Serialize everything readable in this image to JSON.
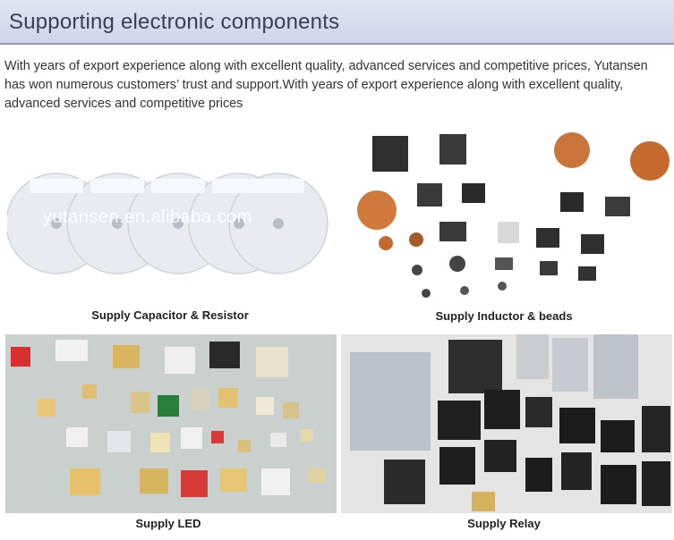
{
  "page": {
    "title": "Supporting electronic components",
    "intro": "With years of export experience along with excellent quality, advanced services and competitive prices, Yutansen has won numerous customers’ trust and support.With years of export experience along with excellent quality, advanced services and competitive prices"
  },
  "products": [
    {
      "caption": "Supply Capacitor & Resistor",
      "watermark": "yutansen.en.alibaba.com"
    },
    {
      "caption": "Supply Inductor & beads"
    },
    {
      "caption": "Supply  LED"
    },
    {
      "caption": "Supply  Relay"
    }
  ],
  "colors": {
    "header_bg": "#d6dcee",
    "header_border": "#8e98b8",
    "title_text": "#3a3f55"
  }
}
